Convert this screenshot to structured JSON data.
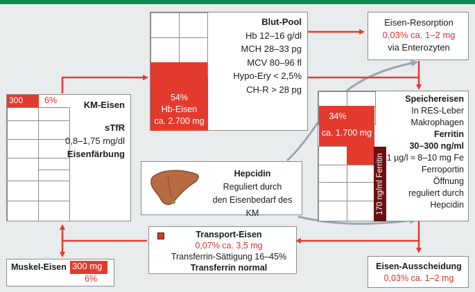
{
  "colors": {
    "accent_red": "#e23b2e",
    "dark_red": "#6b0f12",
    "header_green": "#0f8a52",
    "background": "#e8eced",
    "connector_gray": "#9aa7b0"
  },
  "blut_pool": {
    "title": "Blut-Pool",
    "lines": [
      "Hb 12–16 g/dl",
      "MCH 28–33 pg",
      "MCV 80–96 fl",
      "Hypo-Ery < 2,5%",
      "CH-R > 28 pg"
    ],
    "fill_percent": "54%",
    "fill_label": "Hb-Eisen",
    "fill_amount": "ca. 2.700 mg"
  },
  "resorption": {
    "title": "Eisen-Resorption",
    "amount": "0,03% ca. 1–2 mg",
    "via": "via Enterozyten"
  },
  "km_eisen": {
    "tag_mg": "300 mg",
    "tag_percent": "6%",
    "title": "KM-Eisen",
    "stfr": "sTfR",
    "range": "0,8–1,75 mg/dl",
    "staining": "Eisenfärbung"
  },
  "speicher": {
    "title": "Speichereisen",
    "line1": "In RES-Leber",
    "line2": "Makrophagen",
    "ferritin": "Ferritin",
    "ferritin_range": "30–300 ng/ml",
    "conversion": "1 µg/l ≈ 8–10 mg Fe",
    "ferroportin": "Ferroportin",
    "opening": "Öffnung",
    "regulated": "reguliert durch",
    "hepcidin": "Hepcidin",
    "fill_percent": "34%",
    "fill_amount": "ca. 1.700 mg",
    "ferritin_bar": "170 ng/ml Ferritin"
  },
  "hepcidin_box": {
    "title": "Hepcidin",
    "line1": "Reguliert durch",
    "line2": "den Eisenbedarf des KM"
  },
  "transport": {
    "title": "Transport-Eisen",
    "amount": "0,07% ca. 3,5 mg",
    "saturation": "Transferrin-Sättigung 16–45%",
    "normal": "Transferrin normal"
  },
  "muskel": {
    "title": "Muskel-Eisen",
    "tag_mg": "300 mg",
    "percent": "6%"
  },
  "ausscheidung": {
    "title": "Eisen-Ausscheidung",
    "amount": "0,03% ca. 1–2 mg"
  }
}
